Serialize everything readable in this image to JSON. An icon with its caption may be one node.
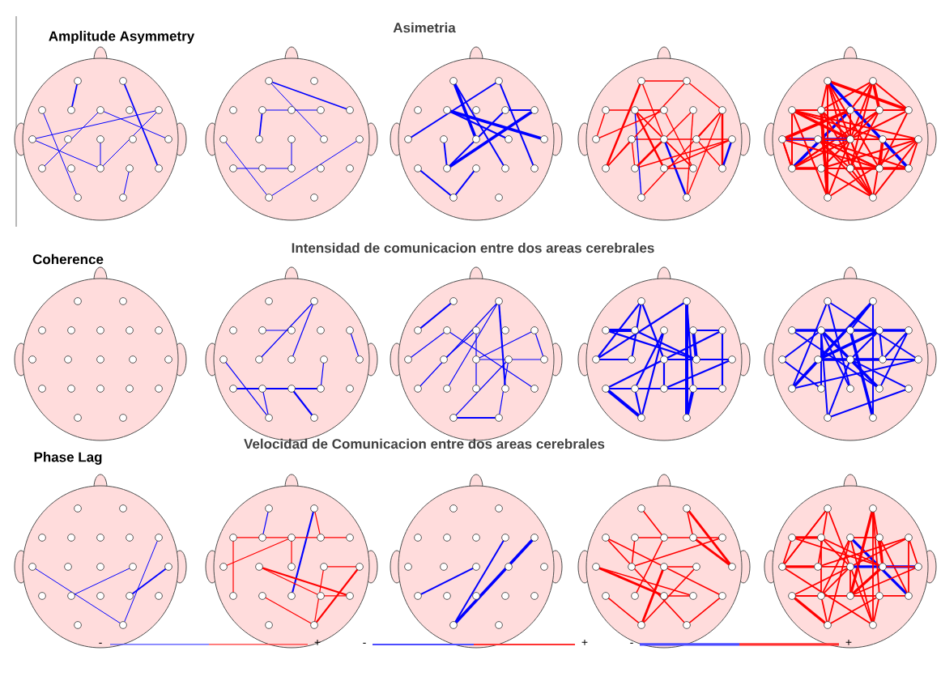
{
  "diagram": {
    "labels": [
      "Asimetria",
      "Amplitude Asymmetry",
      "Intensidad de comunicacion entre dos areas cerebrales",
      "Coherence",
      "Velocidad de Comunicacion entre dos areas cerebrales",
      "Phase Lag",
      "-",
      "+",
      "-",
      "+",
      "-",
      "+"
    ]
  }
}
